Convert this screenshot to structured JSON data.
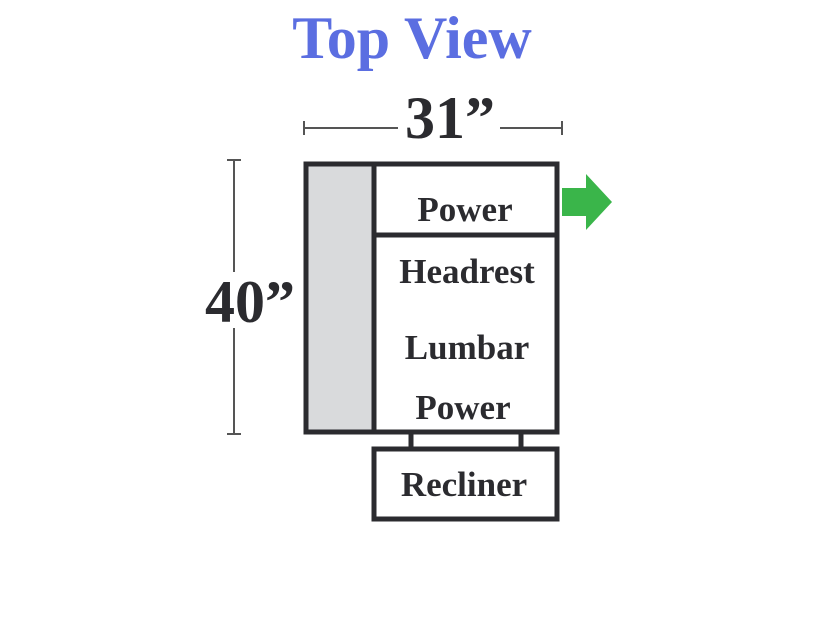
{
  "title": "Top View",
  "width_label": "31”",
  "depth_label": "40”",
  "labels": {
    "power_top": "Power",
    "headrest": "Headrest",
    "lumbar": "Lumbar",
    "power_bottom": "Power",
    "recliner": "Recliner"
  },
  "colors": {
    "title": "#5b6ee1",
    "outline": "#2b2b2f",
    "text": "#2b2b2f",
    "armrest_fill": "#d9dadc",
    "arrow": "#3ab54a",
    "dim_line": "#555555",
    "background": "#ffffff"
  },
  "icons": {
    "arrow": "arrow-right-icon"
  }
}
